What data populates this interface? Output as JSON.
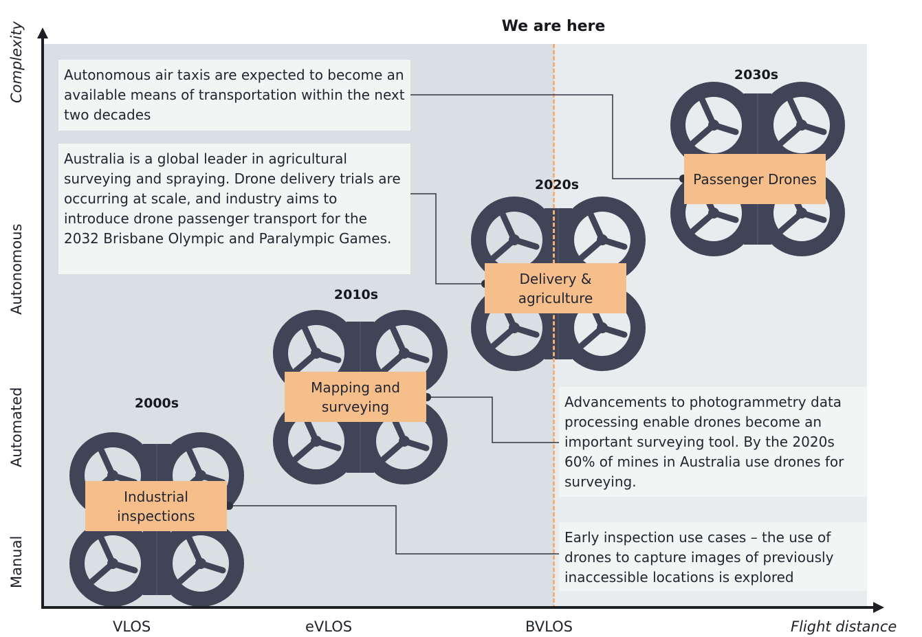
{
  "header": {
    "marker": "We are here"
  },
  "axes": {
    "x_ticks": [
      "VLOS",
      "eVLOS",
      "BVLOS"
    ],
    "x_title": "Flight distance",
    "y_ticks": [
      "Manual",
      "Automated",
      "Autonomous"
    ],
    "y_title": "Complexity"
  },
  "stages": [
    {
      "era": "2000s",
      "label": "Industrial inspections"
    },
    {
      "era": "2010s",
      "label": "Mapping and surveying"
    },
    {
      "era": "2020s",
      "label": "Delivery & agriculture"
    },
    {
      "era": "2030s",
      "label": "Passenger Drones"
    }
  ],
  "callouts": [
    {
      "text": "Autonomous air taxis are expected to become an available means of transportation within the next two decades"
    },
    {
      "text": "Australia is a global leader in agricultural surveying and spraying. Drone delivery trials are occurring at scale, and industry aims to introduce drone passenger transport for the 2032 Brisbane Olympic and Paralympic Games."
    },
    {
      "text": "Advancements to photogrammetry data processing enable drones become an important surveying tool. By the 2020s 60% of mines in Australia use drones for surveying."
    },
    {
      "text": "Early inspection use cases – the use of drones to capture images of previously inaccessible locations is explored"
    }
  ],
  "colors": {
    "left_region": "#d9dfe3",
    "right_region": "#e9ecee",
    "drone": "#3f4456",
    "label_fill": "#f6be8a",
    "marker_line": "#f2b078",
    "axis": "#1e1f24"
  }
}
